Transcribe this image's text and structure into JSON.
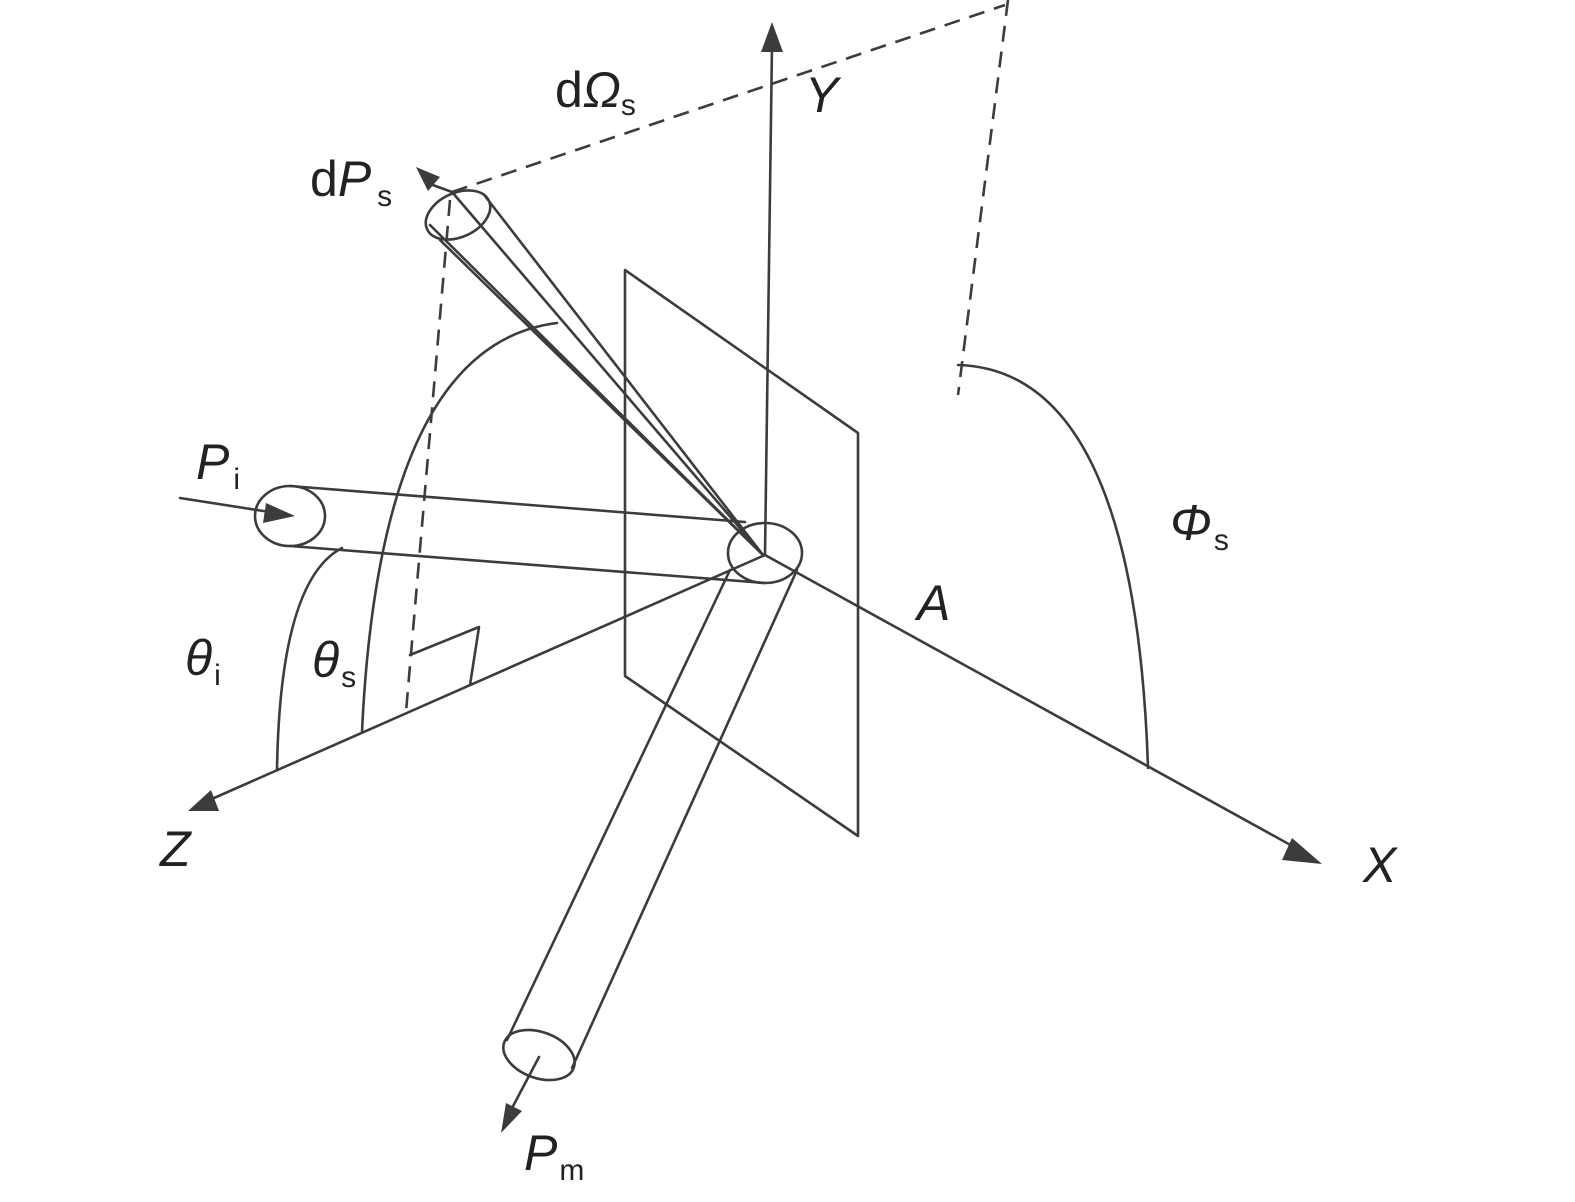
{
  "labels": {
    "y_axis": "Y",
    "x_axis": "X",
    "z_axis": "Z",
    "area": "A",
    "incident_P": "P",
    "incident_sub": "i",
    "scatter_d": "d",
    "scatter_P": "P",
    "scatter_sub": "s",
    "solid_d": "d",
    "solid_omega": "Ω",
    "solid_sub": "s",
    "mirror_P": "P",
    "mirror_sub": "m",
    "theta_i": "θ",
    "theta_i_sub": "i",
    "theta_s": "θ",
    "theta_s_sub": "s",
    "phi_s": "Φ",
    "phi_s_sub": "s"
  },
  "colors": {
    "stroke": "#3c3c3c",
    "text": "#222222",
    "background": "#ffffff"
  }
}
